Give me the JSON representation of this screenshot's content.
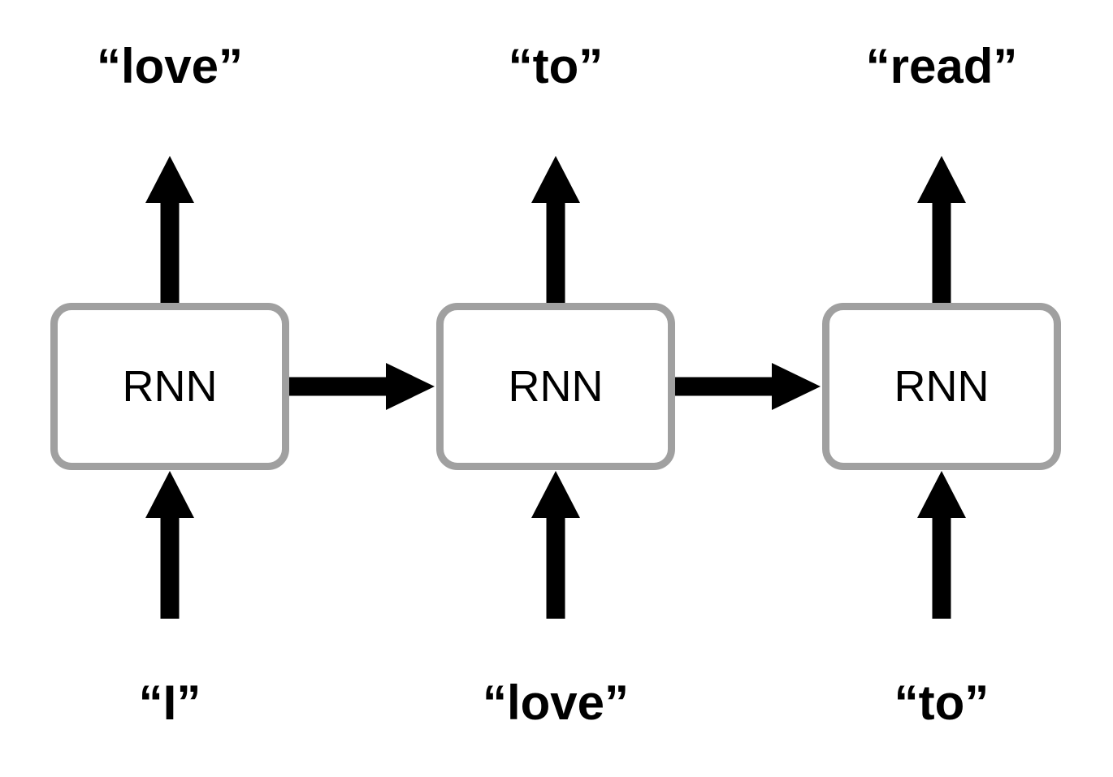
{
  "diagram": {
    "type": "rnn-unrolled-sequence",
    "columns": [
      {
        "node": "RNN",
        "input": "“I”",
        "output": "“love”"
      },
      {
        "node": "RNN",
        "input": "“love”",
        "output": "“to”"
      },
      {
        "node": "RNN",
        "input": "“to”",
        "output": "“read”"
      }
    ],
    "connections": [
      {
        "from": "rnn-cell-0",
        "to": "rnn-cell-1",
        "kind": "hidden-state"
      },
      {
        "from": "rnn-cell-1",
        "to": "rnn-cell-2",
        "kind": "hidden-state"
      }
    ],
    "colors": {
      "background": "#ffffff",
      "arrow": "#000000",
      "box_border": "#a0a0a0",
      "box_fill": "#ffffff",
      "text": "#000000"
    }
  }
}
